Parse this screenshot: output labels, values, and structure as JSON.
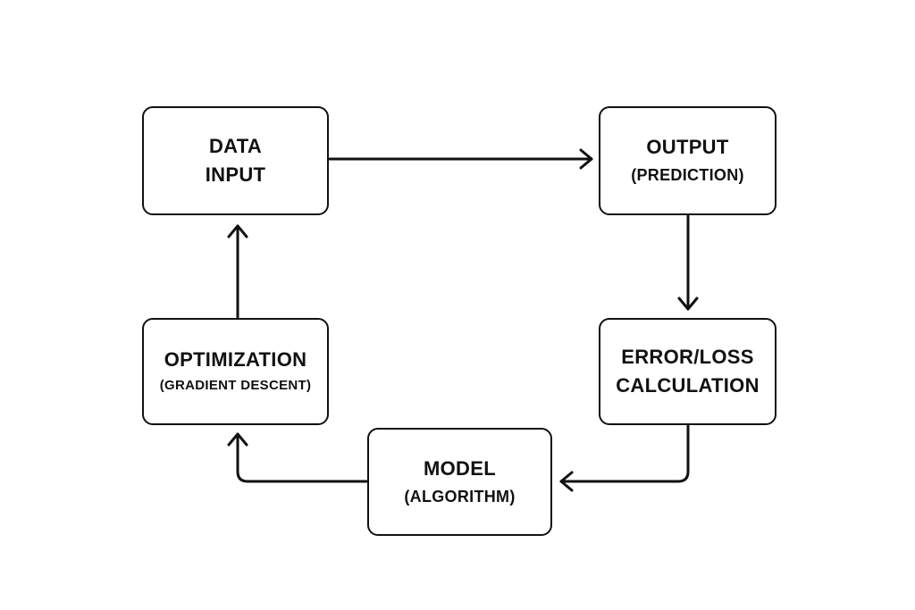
{
  "diagram": {
    "nodes": [
      {
        "id": "data-input",
        "line1": "DATA",
        "line2": "INPUT"
      },
      {
        "id": "output",
        "line1": "OUTPUT",
        "line2": "(PREDICTION)"
      },
      {
        "id": "error",
        "line1": "ERROR/LOSS",
        "line2": "CALCULATION"
      },
      {
        "id": "model",
        "line1": "MODEL",
        "line2": "(ALGORITHM)"
      },
      {
        "id": "optimization",
        "line1": "OPTIMIZATION",
        "line2": "(GRADIENT DESCENT)"
      }
    ],
    "edges": [
      {
        "from": "data-input",
        "to": "output"
      },
      {
        "from": "output",
        "to": "error"
      },
      {
        "from": "error",
        "to": "model"
      },
      {
        "from": "model",
        "to": "optimization"
      },
      {
        "from": "optimization",
        "to": "data-input"
      }
    ]
  }
}
